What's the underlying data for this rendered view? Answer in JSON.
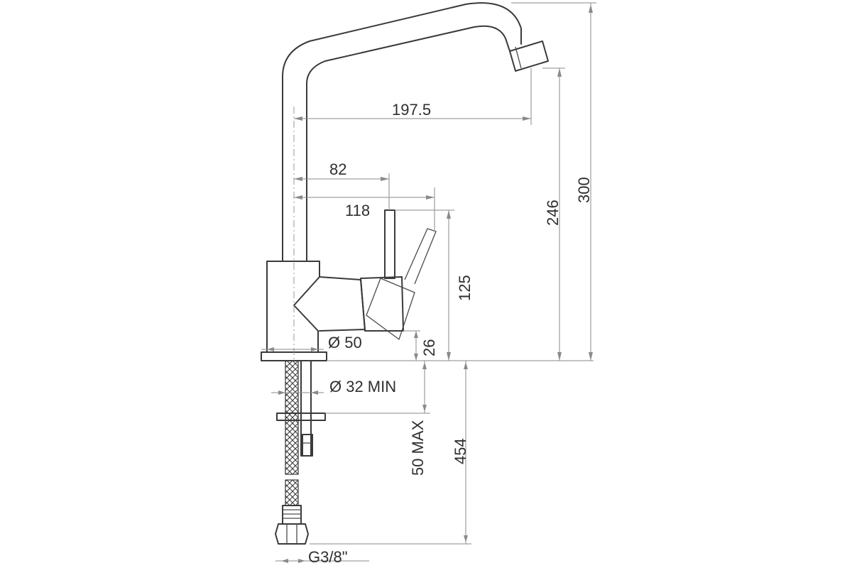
{
  "drawing": {
    "dimensions": {
      "spout_reach": "197.5",
      "handle_offset_82": "82",
      "handle_offset_118": "118",
      "handle_height": "125",
      "base_height": "26",
      "body_diameter": "Ø 50",
      "hole_diameter": "Ø 32 MIN",
      "max_thickness": "50 MAX",
      "hose_length": "454",
      "spout_outlet_height": "246",
      "total_height": "300",
      "connection_thread": "G3/8\""
    }
  }
}
